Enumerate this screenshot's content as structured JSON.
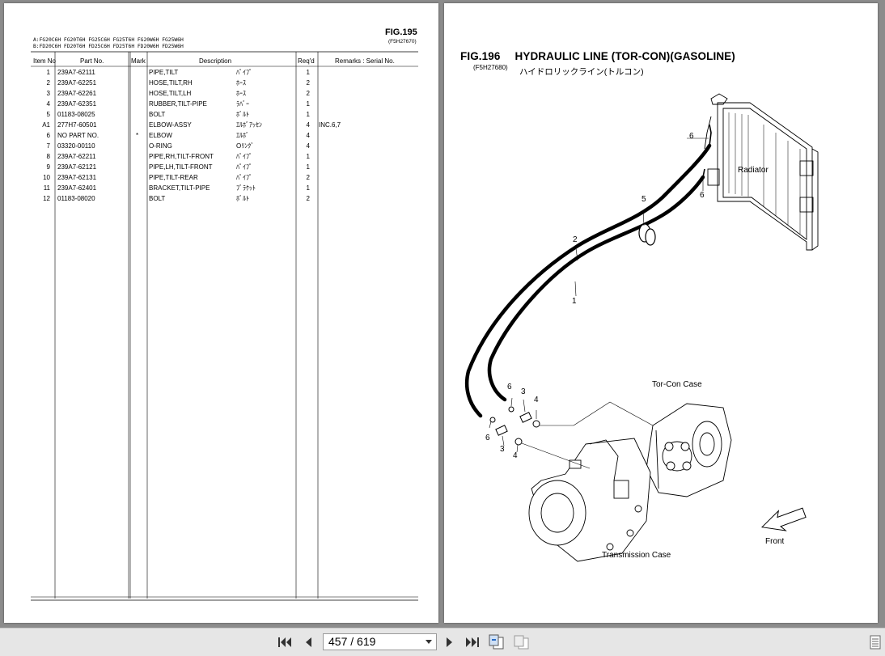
{
  "left_page": {
    "fig_code": "FIG.195",
    "fig_sub": "(F5H27670)",
    "models": [
      "A:FG20C6H  FG20T6H  FG25C6H  FG25T6H  FG20W6H  FG25W6H",
      "B:FD20C6H  FD20T6H  FD25C6H  FD25T6H  FD20W6H  FD25W6H"
    ],
    "headers": {
      "item_no": "Item No",
      "part_no": "Part No.",
      "mark": "Mark",
      "description": "Description",
      "reqd": "Req'd",
      "remarks": "Remarks : Serial No."
    },
    "rows": [
      {
        "item": "1",
        "part": "239A7-62111",
        "mark": "",
        "desc": "PIPE,TILT",
        "jp": "ﾊﾟｲﾌﾟ",
        "qty": "1",
        "remarks": ""
      },
      {
        "item": "2",
        "part": "239A7-62251",
        "mark": "",
        "desc": "HOSE,TILT,RH",
        "jp": "ﾎｰｽ",
        "qty": "2",
        "remarks": ""
      },
      {
        "item": "3",
        "part": "239A7-62261",
        "mark": "",
        "desc": "HOSE,TILT,LH",
        "jp": "ﾎｰｽ",
        "qty": "2",
        "remarks": ""
      },
      {
        "item": "4",
        "part": "239A7-62351",
        "mark": "",
        "desc": "RUBBER,TILT-PIPE",
        "jp": "ﾗﾊﾞｰ",
        "qty": "1",
        "remarks": ""
      },
      {
        "item": "5",
        "part": "01183-08025",
        "mark": "",
        "desc": "BOLT",
        "jp": "ﾎﾞﾙﾄ",
        "qty": "1",
        "remarks": ""
      },
      {
        "item": "A1",
        "part": "277H7-60501",
        "mark": "",
        "desc": "ELBOW-ASSY",
        "jp": "ｴﾙﾎﾞｱｯｾﾝ",
        "qty": "4",
        "remarks": "INC.6,7"
      },
      {
        "item": "6",
        "part": "NO PART NO.",
        "mark": "*",
        "desc": "ELBOW",
        "jp": "ｴﾙﾎﾞ",
        "qty": "4",
        "remarks": ""
      },
      {
        "item": "7",
        "part": "03320-00110",
        "mark": "",
        "desc": "O-RING",
        "jp": "Oﾘﾝｸﾞ",
        "qty": "4",
        "remarks": ""
      },
      {
        "item": "8",
        "part": "239A7-62211",
        "mark": "",
        "desc": "PIPE,RH,TILT-FRONT",
        "jp": "ﾊﾟｲﾌﾟ",
        "qty": "1",
        "remarks": ""
      },
      {
        "item": "9",
        "part": "239A7-62121",
        "mark": "",
        "desc": "PIPE,LH,TILT-FRONT",
        "jp": "ﾊﾟｲﾌﾟ",
        "qty": "1",
        "remarks": ""
      },
      {
        "item": "10",
        "part": "239A7-62131",
        "mark": "",
        "desc": "PIPE,TILT-REAR",
        "jp": "ﾊﾟｲﾌﾟ",
        "qty": "2",
        "remarks": ""
      },
      {
        "item": "11",
        "part": "239A7-62401",
        "mark": "",
        "desc": "BRACKET,TILT-PIPE",
        "jp": "ﾌﾞﾗｹｯﾄ",
        "qty": "1",
        "remarks": ""
      },
      {
        "item": "12",
        "part": "01183-08020",
        "mark": "",
        "desc": "BOLT",
        "jp": "ﾎﾞﾙﾄ",
        "qty": "2",
        "remarks": ""
      }
    ]
  },
  "right_page": {
    "fig_code": "FIG.196",
    "fig_title": "HYDRAULIC LINE (TOR-CON)(GASOLINE)",
    "fig_sub": "(F5H27680)",
    "fig_title_jp": "ハイドロリックライン(トルコン)",
    "labels": {
      "radiator": "Radiator",
      "torcon": "Tor-Con Case",
      "transmission": "Transmission Case",
      "front": "Front"
    },
    "callouts": {
      "c6a": "6",
      "c6b": "6",
      "c5": "5",
      "c2": "2",
      "c1": "1",
      "c6c": "6",
      "c3a": "3",
      "c4a": "4",
      "c6d": "6",
      "c3b": "3",
      "c4b": "4"
    }
  },
  "toolbar": {
    "page_display": "457 / 619"
  },
  "icons": {
    "first": "first-page-icon",
    "prev": "prev-page-icon",
    "next": "next-page-icon",
    "last": "last-page-icon",
    "fit_page": "fit-page-icon",
    "fit_width": "fit-width-icon",
    "thumbnails": "thumbnails-icon"
  }
}
